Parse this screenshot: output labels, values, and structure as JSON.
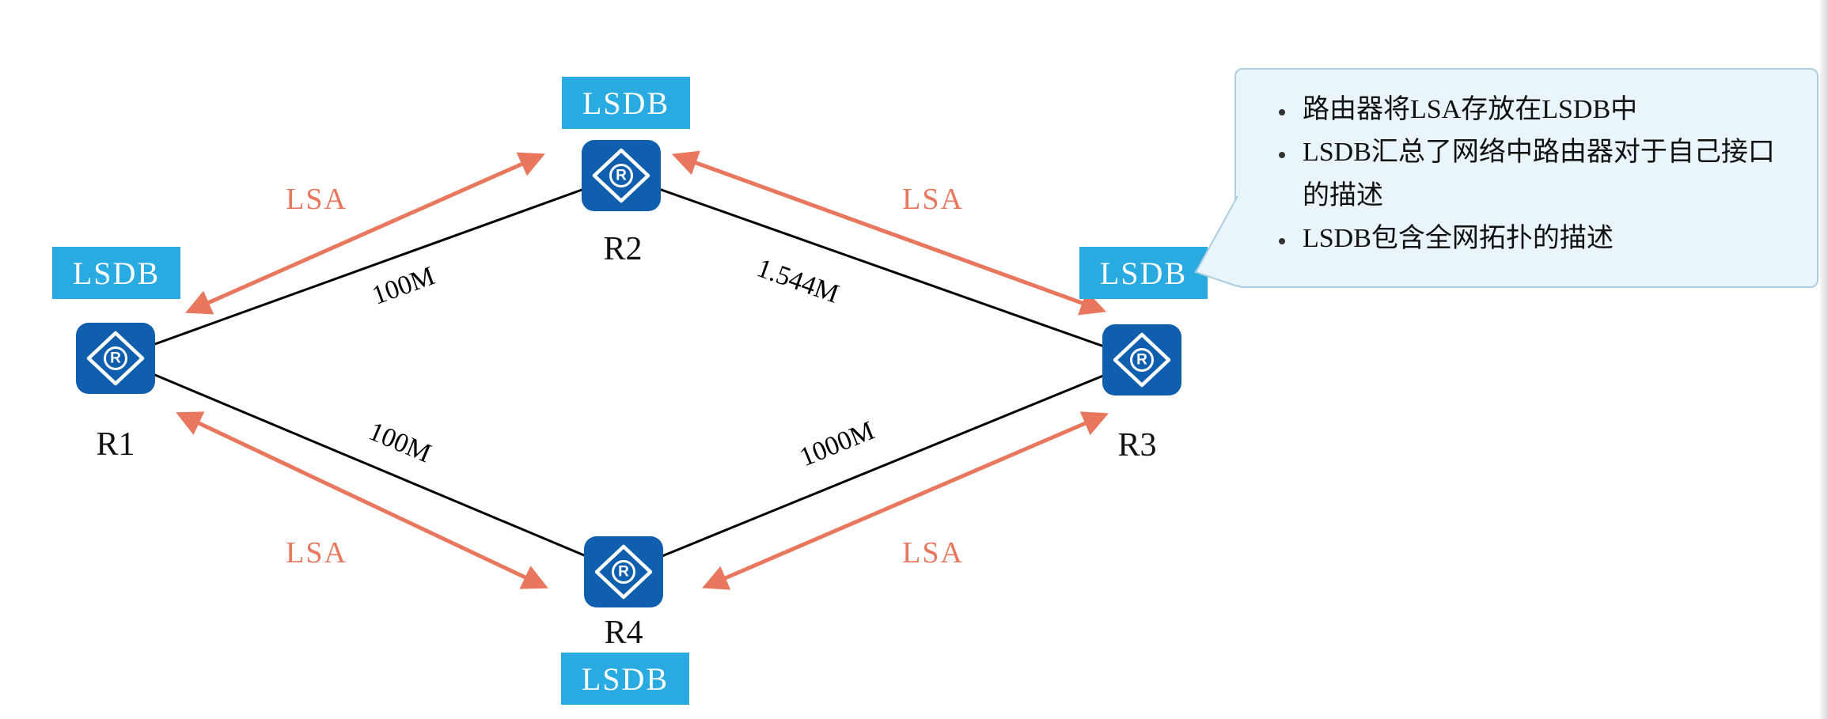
{
  "diagram": {
    "routers": [
      {
        "name": "R1"
      },
      {
        "name": "R2"
      },
      {
        "name": "R3"
      },
      {
        "name": "R4"
      }
    ],
    "lsdb_badges": [
      "LSDB",
      "LSDB",
      "LSDB",
      "LSDB"
    ],
    "links": [
      {
        "from": "R1",
        "to": "R2",
        "label": "100M"
      },
      {
        "from": "R2",
        "to": "R3",
        "label": "1.544M"
      },
      {
        "from": "R1",
        "to": "R4",
        "label": "100M"
      },
      {
        "from": "R4",
        "to": "R3",
        "label": "1000M"
      }
    ],
    "lsa_labels": [
      "LSA",
      "LSA",
      "LSA",
      "LSA"
    ]
  },
  "callout": {
    "bullets": [
      "路由器将LSA存放在LSDB中",
      "LSDB汇总了网络中路由器对于自己接口的描述",
      "LSDB包含全网拓扑的描述"
    ]
  },
  "colors": {
    "router_blue": "#0f5fae",
    "lsdb_cyan": "#29abe2",
    "lsa_orange": "#e8775d",
    "callout_bg": "#eaf5fb",
    "callout_border": "#aacde0"
  }
}
